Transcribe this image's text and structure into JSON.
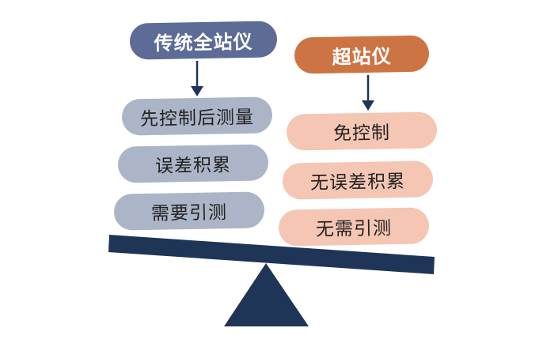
{
  "left": {
    "header": "传统全站仪",
    "items": [
      "先控制后测量",
      "误差积累",
      "需要引测"
    ]
  },
  "right": {
    "header": "超站仪",
    "items": [
      "免控制",
      "无误差积累",
      "无需引测"
    ]
  },
  "colors": {
    "left_header": "#5c6c96",
    "right_header": "#cd7445",
    "left_item": "#acb5c8",
    "right_item": "#f5c6b4",
    "beam": "#1f3557",
    "fulcrum": "#1f3557",
    "arrow": "#1f3557"
  }
}
